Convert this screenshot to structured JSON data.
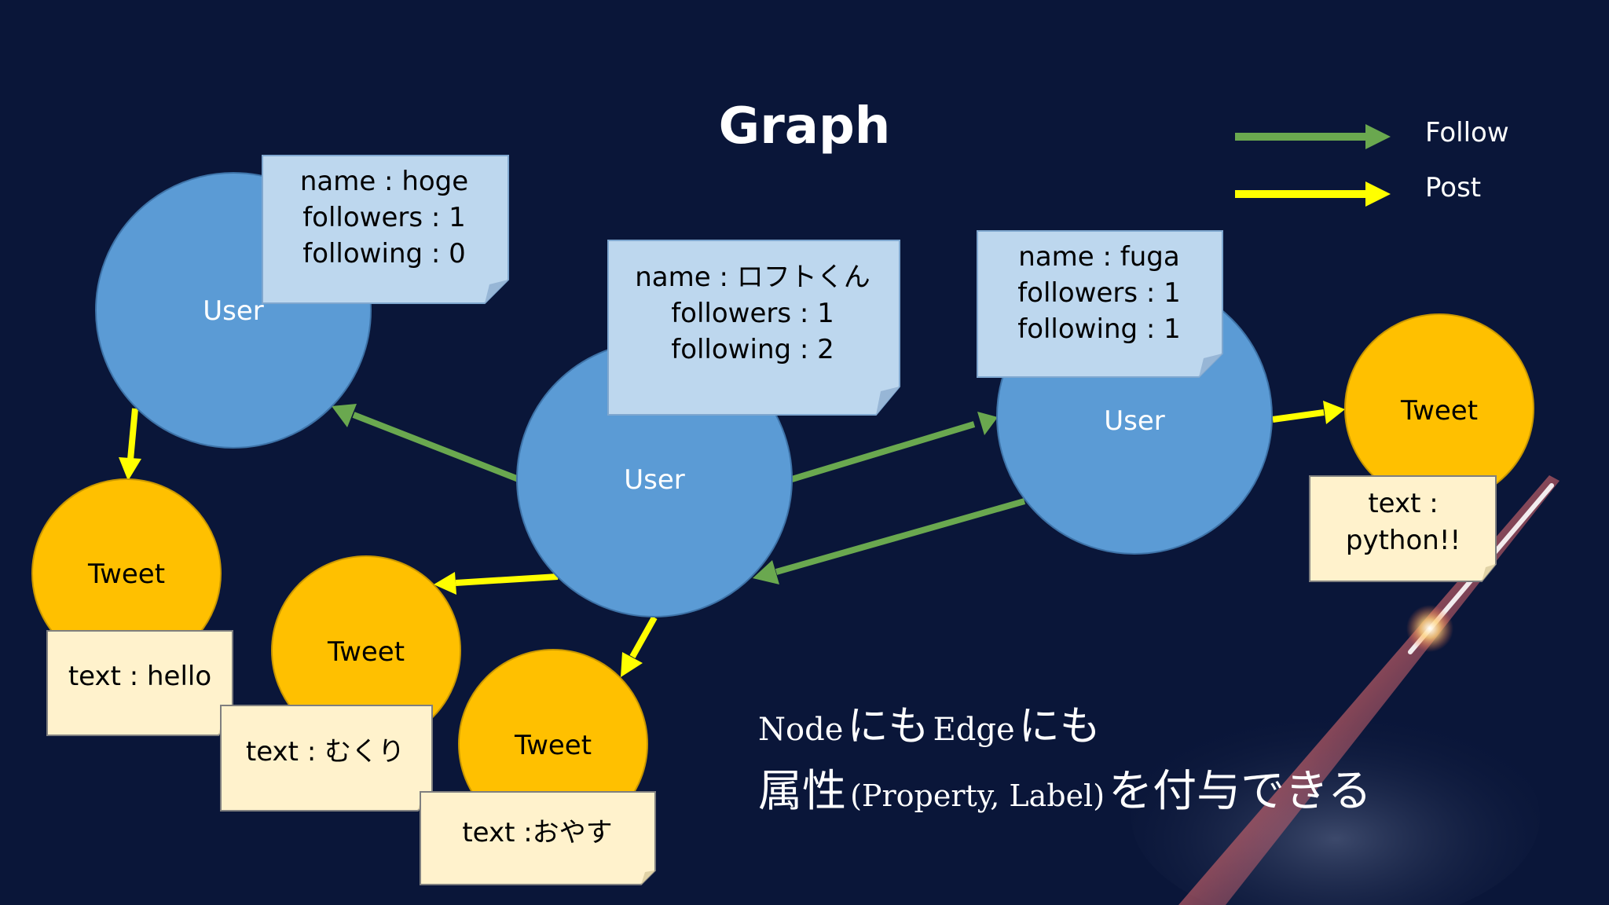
{
  "title": "Graph",
  "legend": {
    "follow_label": "Follow",
    "post_label": "Post",
    "follow_color": "#6aa84f",
    "post_color": "#ffff00"
  },
  "node_label_user": "User",
  "node_label_tweet": "Tweet",
  "users": [
    {
      "label": "User",
      "props": [
        "name : hoge",
        "followers : 1",
        "following : 0"
      ]
    },
    {
      "label": "User",
      "props": [
        "name : ロフトくん",
        "followers : 1",
        "following : 2"
      ]
    },
    {
      "label": "User",
      "props": [
        "name : fuga",
        "followers : 1",
        "following : 1"
      ]
    }
  ],
  "tweets": [
    {
      "label": "Tweet",
      "text_lines": [
        "text : hello"
      ]
    },
    {
      "label": "Tweet",
      "text_lines": [
        "text : むくり"
      ]
    },
    {
      "label": "Tweet",
      "text_lines": [
        "text :おやす"
      ]
    },
    {
      "label": "Tweet",
      "text_lines": [
        "text :",
        "python!!"
      ]
    }
  ],
  "caption": {
    "line1_parts": [
      "Node",
      "にも",
      "Edge",
      "にも"
    ],
    "line2_parts": [
      "属性",
      "(Property, Label)",
      "を付与できる"
    ]
  },
  "colors": {
    "background": "#0a1639",
    "user_fill": "#5b9bd5",
    "tweet_fill": "#ffc000",
    "user_card": "#bdd7ee",
    "tweet_card": "#fff2cc"
  }
}
